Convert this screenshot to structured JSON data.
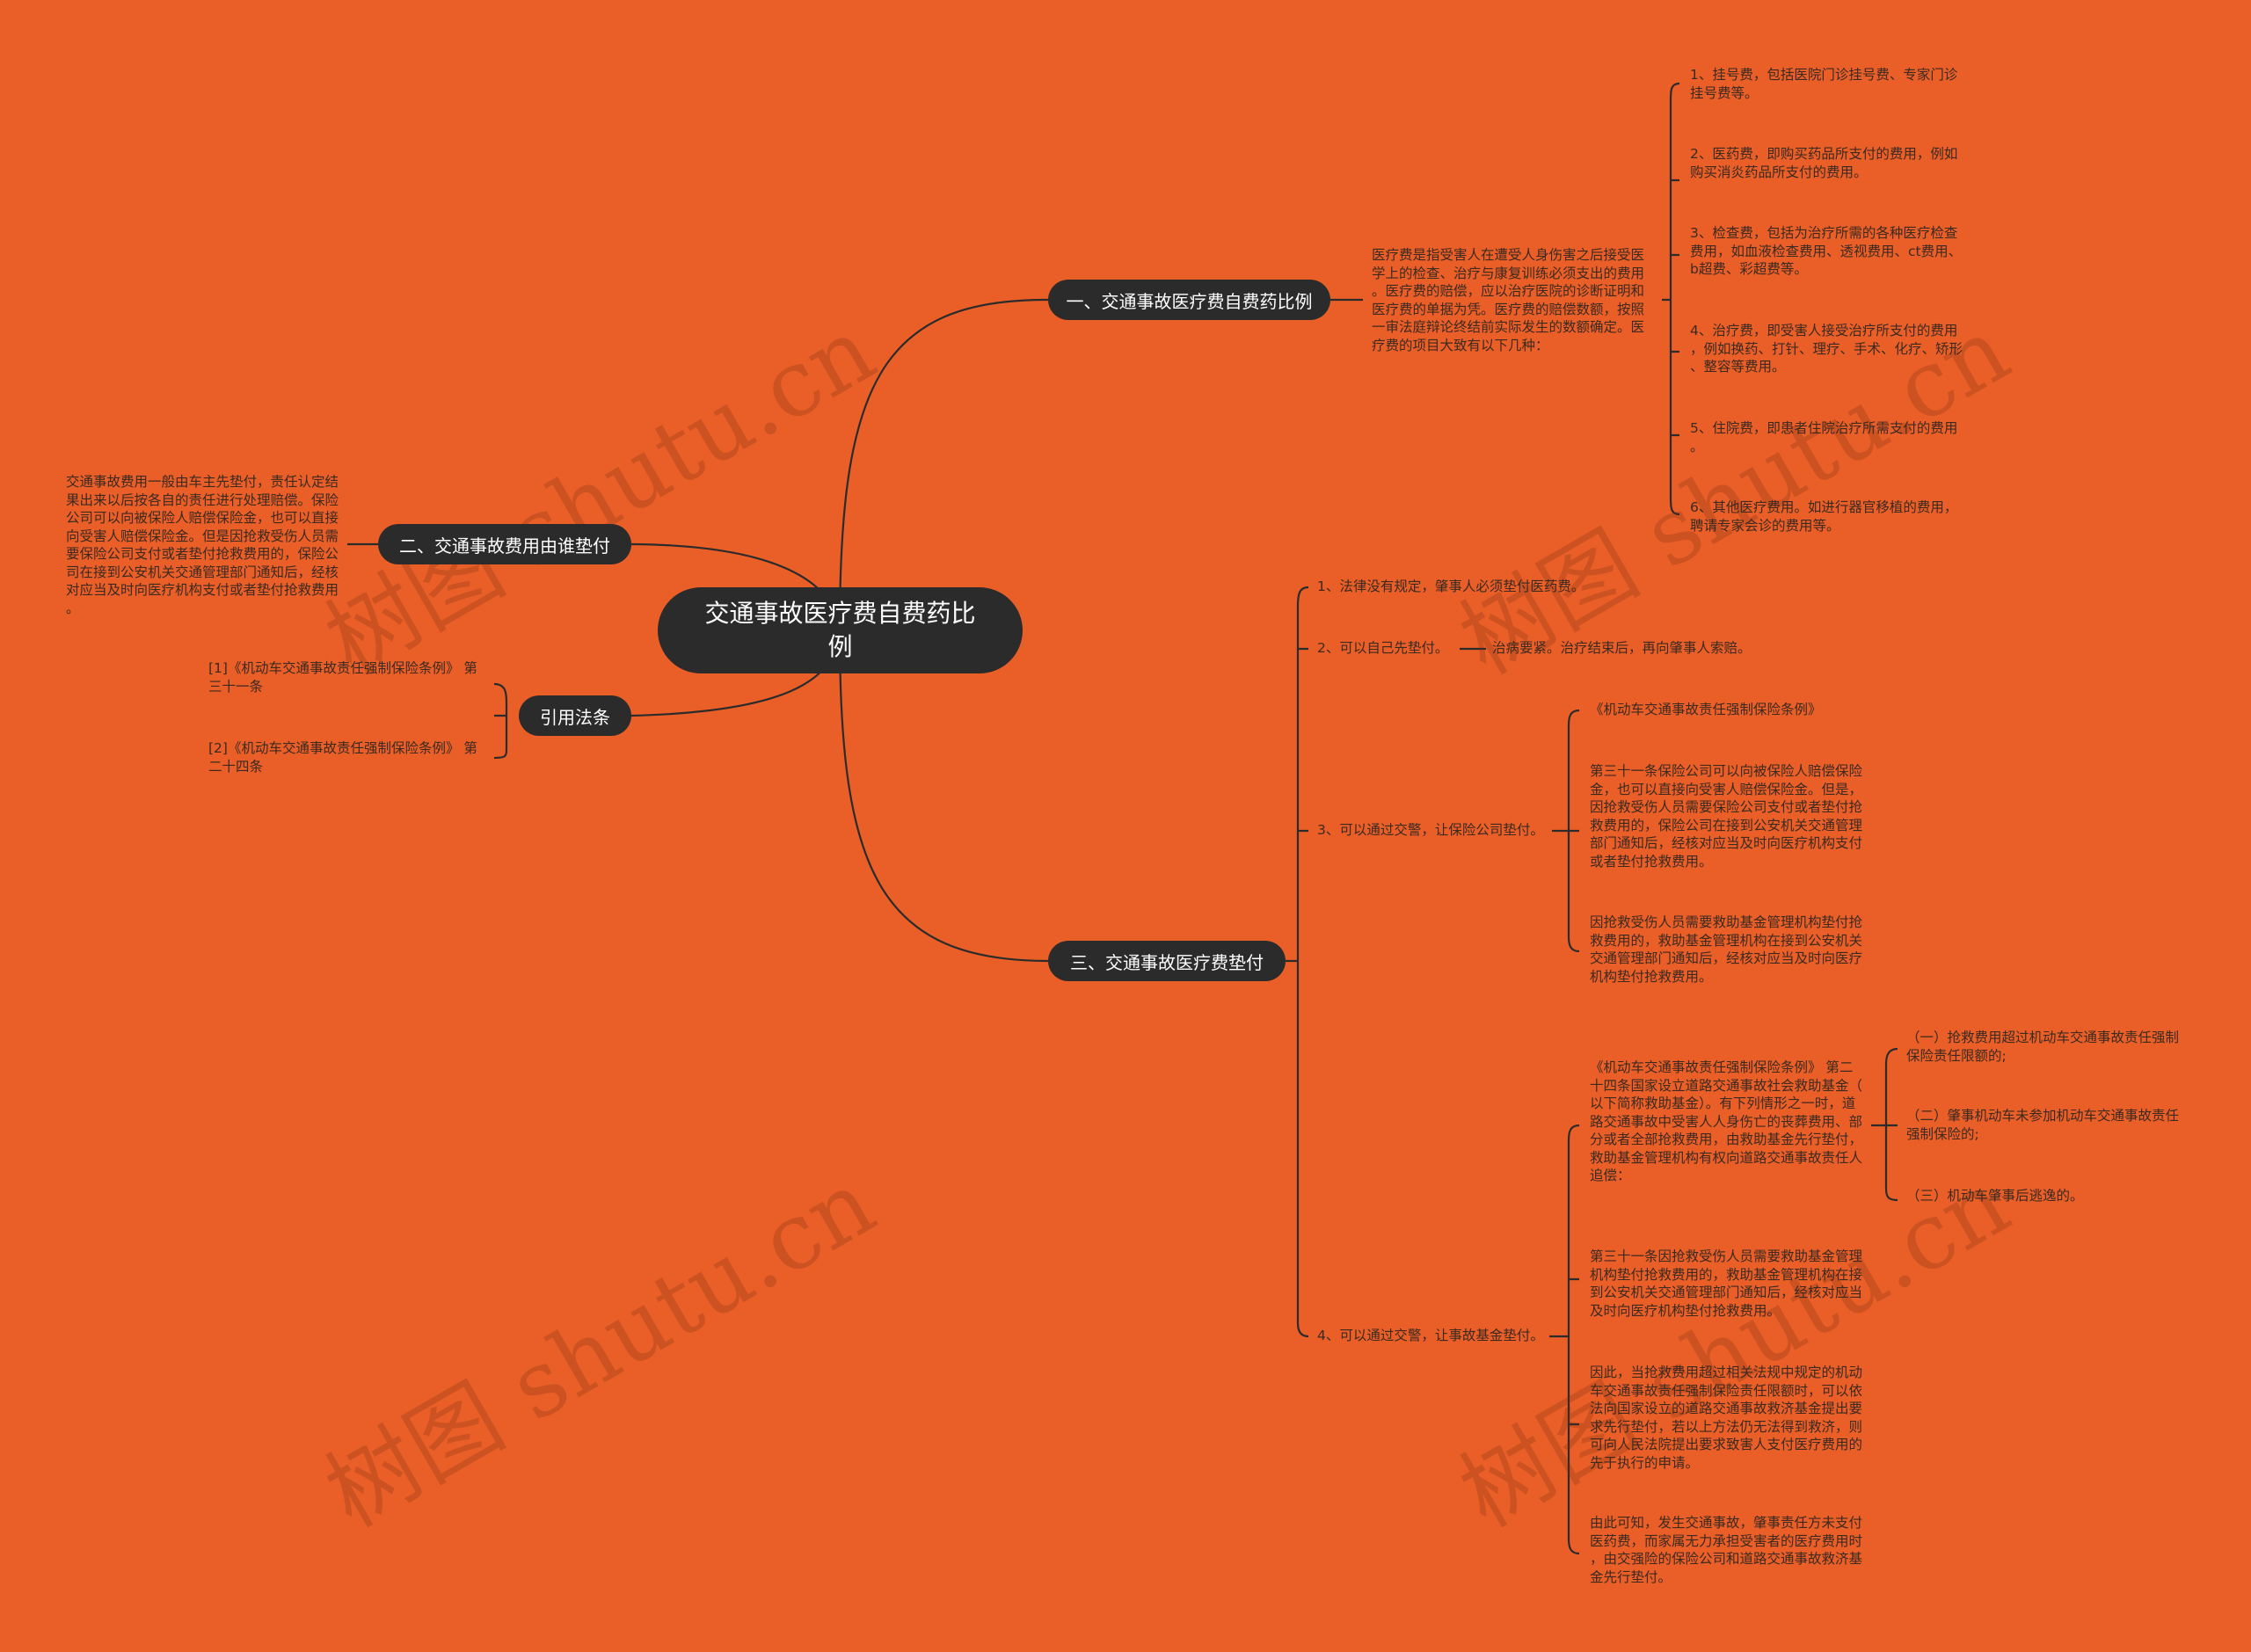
{
  "root": "交通事故医疗费自费药比例",
  "watermark": "树图 shutu.cn",
  "branch1": {
    "label": "一、交通事故医疗费自费药比例",
    "intro": "医疗费是指受害人在遭受人身伤害之后接受医\n学上的检查、治疗与康复训练必须支出的费用\n。医疗费的赔偿，应以治疗医院的诊断证明和\n医疗费的单据为凭。医疗费的赔偿数额，按照\n一审法庭辩论终结前实际发生的数额确定。医\n疗费的项目大致有以下几种：",
    "items": [
      "1、挂号费，包括医院门诊挂号费、专家门诊\n挂号费等。",
      "2、医药费，即购买药品所支付的费用，例如\n购买消炎药品所支付的费用。",
      "3、检查费，包括为治疗所需的各种医疗检查\n费用，如血液检查费用、透视费用、ct费用、\nb超费、彩超费等。",
      "4、治疗费，即受害人接受治疗所支付的费用\n，例如换药、打针、理疗、手术、化疗、矫形\n、整容等费用。",
      "5、住院费，即患者住院治疗所需支付的费用\n。",
      "6、其他医疗费用。如进行器官移植的费用，\n聘请专家会诊的费用等。"
    ]
  },
  "branch2": {
    "label": "二、交通事故费用由谁垫付",
    "text": "交通事故费用一般由车主先垫付，责任认定结\n果出来以后按各自的责任进行处理赔偿。保险\n公司可以向被保险人赔偿保险金，也可以直接\n向受害人赔偿保险金。但是因抢救受伤人员需\n要保险公司支付或者垫付抢救费用的，保险公\n司在接到公安机关交通管理部门通知后，经核\n对应当及时向医疗机构支付或者垫付抢救费用\n。"
  },
  "branch3": {
    "label": "引用法条",
    "items": [
      "[1]《机动车交通事故责任强制保险条例》 第\n三十一条",
      "[2]《机动车交通事故责任强制保险条例》 第\n二十四条"
    ]
  },
  "branch4": {
    "label": "三、交通事故医疗费垫付",
    "p1": "1、法律没有规定，肇事人必须垫付医药费。",
    "p2": "2、可以自己先垫付。",
    "p2_child": "治病要紧。治疗结束后，再向肇事人索赔。",
    "p3": "3、可以通过交警，让保险公司垫付。",
    "p3_children": [
      "《机动车交通事故责任强制保险条例》",
      "第三十一条保险公司可以向被保险人赔偿保险\n金，也可以直接向受害人赔偿保险金。但是，\n因抢救受伤人员需要保险公司支付或者垫付抢\n救费用的，保险公司在接到公安机关交通管理\n部门通知后，经核对应当及时向医疗机构支付\n或者垫付抢救费用。",
      "因抢救受伤人员需要救助基金管理机构垫付抢\n救费用的，救助基金管理机构在接到公安机关\n交通管理部门通知后，经核对应当及时向医疗\n机构垫付抢救费用。"
    ],
    "p4": "4、可以通过交警，让事故基金垫付。",
    "p4_children": [
      "《机动车交通事故责任强制保险条例》 第二\n十四条国家设立道路交通事故社会救助基金（\n以下简称救助基金）。有下列情形之一时，道\n路交通事故中受害人人身伤亡的丧葬费用、部\n分或者全部抢救费用，由救助基金先行垫付，\n救助基金管理机构有权向道路交通事故责任人\n追偿：",
      "第三十一条因抢救受伤人员需要救助基金管理\n机构垫付抢救费用的，救助基金管理机构在接\n到公安机关交通管理部门通知后，经核对应当\n及时向医疗机构垫付抢救费用。",
      "因此，当抢救费用超过相关法规中规定的机动\n车交通事故责任强制保险责任限额时，可以依\n法向国家设立的道路交通事故救济基金提出要\n求先行垫付，若以上方法仍无法得到救济，则\n可向人民法院提出要求致害人支付医疗费用的\n先于执行的申请。",
      "由此可知，发生交通事故，肇事责任方未支付\n医药费，而家属无力承担受害者的医疗费用时\n，由交强险的保险公司和道路交通事故救济基\n金先行垫付。"
    ],
    "p4_sub": [
      "（一）抢救费用超过机动车交通事故责任强制\n保险责任限额的;",
      "（二）肇事机动车未参加机动车交通事故责任\n强制保险的;",
      "（三）机动车肇事后逃逸的。"
    ]
  }
}
